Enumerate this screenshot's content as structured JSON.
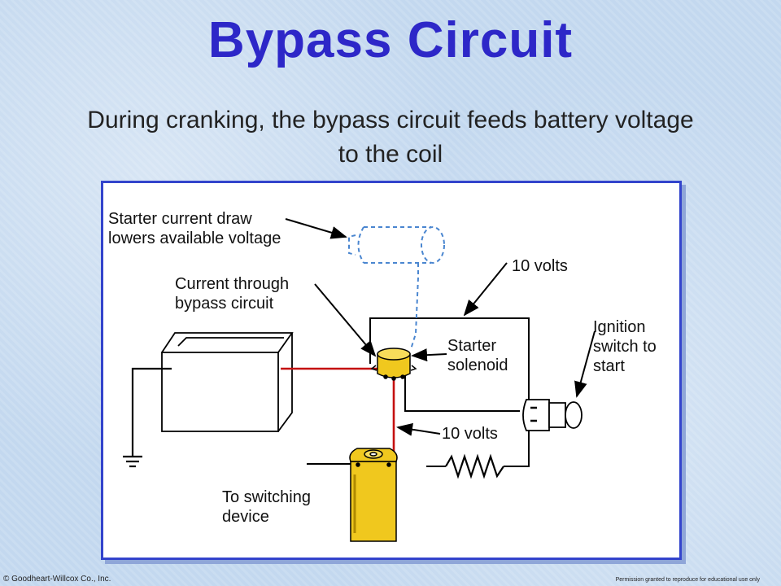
{
  "header": {
    "title": "Bypass Circuit",
    "subtitle": "During cranking, the bypass circuit feeds battery voltage to the coil"
  },
  "diagram": {
    "labels": {
      "starter_draw": "Starter current draw\nlowers available voltage",
      "current_bypass": "Current through\nbypass circuit",
      "ten_volts_top": "10 volts",
      "starter_solenoid": "Starter\nsolenoid",
      "ignition_switch": "Ignition\nswitch to\nstart",
      "ten_volts_bottom": "10 volts",
      "switching_device": "To switching\ndevice"
    },
    "colors": {
      "bypass_wire": "#c41010",
      "coil": "#f0c81e",
      "starter_motor": "#4a86d0",
      "wiring": "#000000"
    }
  },
  "footer": {
    "copyright": "© Goodheart-Willcox Co., Inc.",
    "permission": "Permission granted to reproduce for educational use only"
  }
}
